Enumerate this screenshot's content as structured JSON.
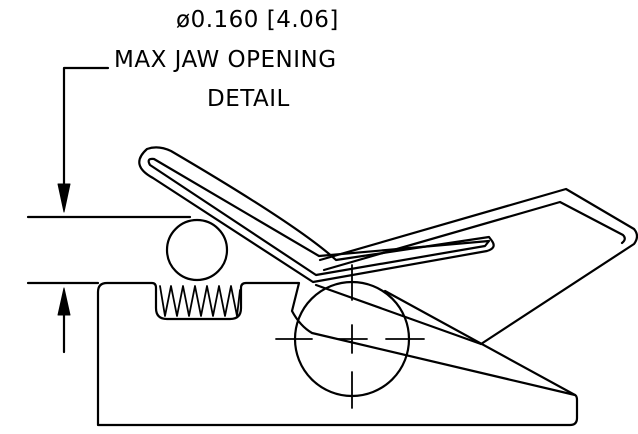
{
  "annotation": {
    "dimension": "ø0.160 [4.06]",
    "description": "MAX JAW OPENING",
    "detail": "DETAIL"
  },
  "colors": {
    "ink": "#000000",
    "paper": "#ffffff"
  }
}
